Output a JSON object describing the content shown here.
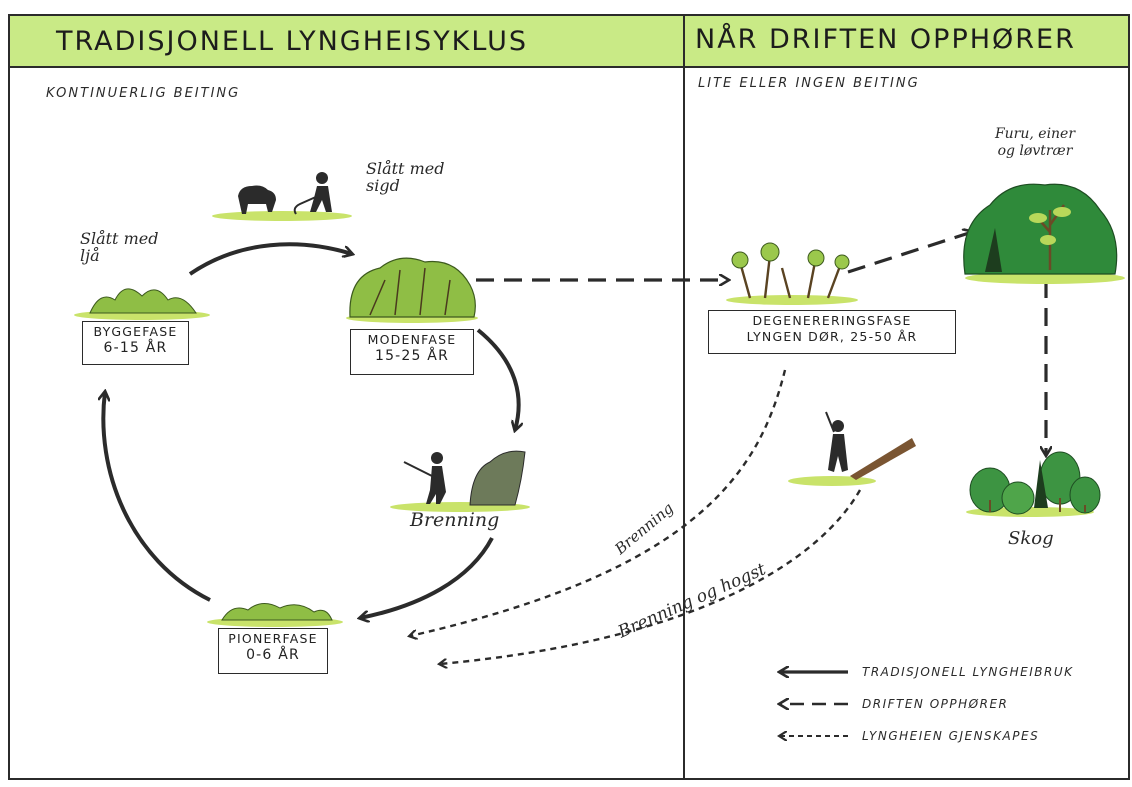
{
  "left_panel": {
    "title": "TRADISJONELL LYNGHEISYKLUS",
    "subtitle": "KONTINUERLIG BEITING",
    "phases": {
      "bygge": {
        "line1": "BYGGEFASE",
        "line2": "6-15 ÅR"
      },
      "moden": {
        "line1": "MODENFASE",
        "line2": "15-25 ÅR"
      },
      "pioner": {
        "line1": "PIONERFASE",
        "line2": "0-6 ÅR"
      }
    },
    "labels": {
      "slatt_ljaa": "Slått med ljå",
      "slatt_sigd": "Slått med sigd",
      "brenning": "Brenning"
    }
  },
  "right_panel": {
    "title": "NÅR DRIFTEN OPPHØRER",
    "subtitle": "LITE ELLER INGEN BEITING",
    "degen": {
      "line1": "DEGENERERINGSFASE",
      "line2": "LYNGEN DØR, 25-50 ÅR"
    },
    "labels": {
      "trees": "Furu, einer og løvtrær",
      "skog": "Skog",
      "brenning": "Brenning",
      "brenning_hogst": "Brenning og hogst"
    }
  },
  "legend": [
    {
      "style": "solid",
      "label": "TRADISJONELL LYNGHEIBRUK"
    },
    {
      "style": "dashed",
      "label": "DRIFTEN OPPHØRER"
    },
    {
      "style": "dotted",
      "label": "LYNGHEIEN GJENSKAPES"
    }
  ],
  "colors": {
    "header": "#c9ea86",
    "heather": "#7fae3a",
    "ground": "#c9e36a",
    "tree": "#2f8a3a",
    "ink": "#2b2b2b"
  }
}
